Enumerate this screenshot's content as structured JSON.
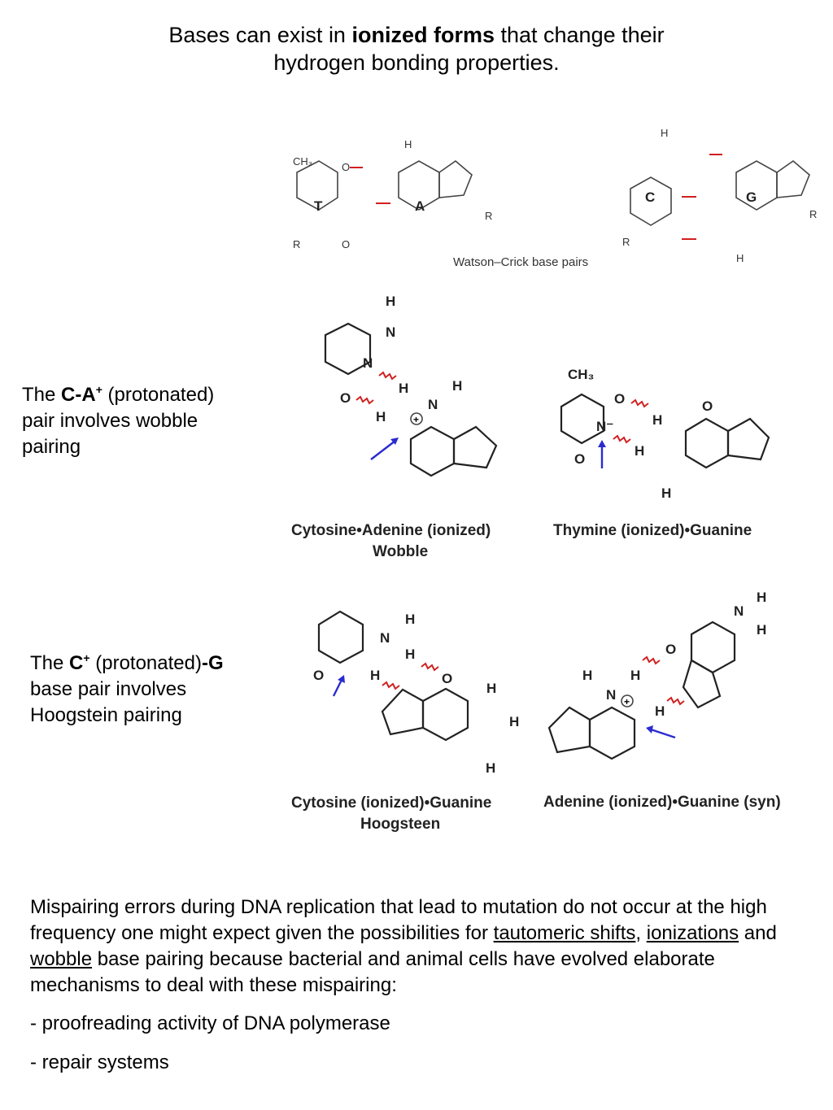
{
  "title": {
    "pre": "Bases can exist in ",
    "bold": "ionized forms",
    "post1": " that change their",
    "line2": "hydrogen bonding properties."
  },
  "wc_caption": "Watson–Crick base pairs",
  "wc_labels": {
    "t": "T",
    "a": "A",
    "c": "C",
    "g": "G"
  },
  "atoms": {
    "h": "H",
    "n": "N",
    "o": "O",
    "r": "R",
    "n_minus": "N⁻",
    "ch3": "CH₃",
    "plus": "+"
  },
  "note_ca": {
    "the": "The ",
    "bold": "C-A",
    "sup": "+",
    "rest1": " (protonated)",
    "line2": "pair involves wobble",
    "line3": "pairing"
  },
  "note_cg": {
    "the": "The ",
    "bold_c": "C",
    "sup": "+",
    "mid": " (protonated)",
    "bold_g": "-G",
    "line2": "base pair involves",
    "line3": "Hoogstein pairing"
  },
  "captions": {
    "ca_line1": "Cytosine•Adenine (ionized)",
    "ca_line2": "Wobble",
    "tg": "Thymine (ionized)•Guanine",
    "cg_line1": "Cytosine (ionized)•Guanine",
    "cg_line2": "Hoogsteen",
    "ag": "Adenine (ionized)•Guanine (syn)"
  },
  "paragraph": {
    "text1": "Mispairing errors during DNA replication that lead to mutation do not occur at the high frequency one might expect given the possibilities for ",
    "link1": "tautomeric shifts",
    "text2": ", ",
    "link2": "ionizations",
    "text3": " and ",
    "link3": "wobble",
    "text4": " base pairing because bacterial and animal cells have evolved elaborate mechanisms to deal with these mispairing:"
  },
  "bullets": [
    "-  proofreading activity of DNA polymerase",
    "-  repair systems"
  ],
  "colors": {
    "hbond": "#d02020",
    "arrow": "#2b2bd0"
  }
}
